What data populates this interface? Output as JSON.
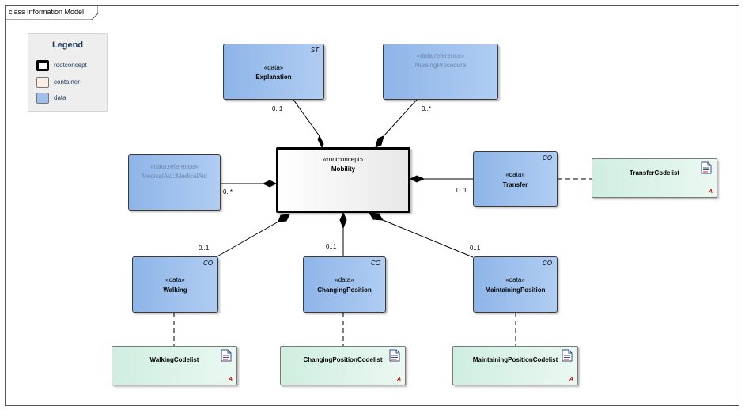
{
  "frame": {
    "title": "class Information Model"
  },
  "legend": {
    "title": "Legend",
    "items": [
      {
        "label": "rootconcept",
        "color": "#ffffff"
      },
      {
        "label": "container",
        "color": "#fbeee0"
      },
      {
        "label": "data",
        "color": "#9fc0ec"
      }
    ]
  },
  "classes": {
    "mobility": {
      "stereotype": "«rootconcept»",
      "name": "Mobility"
    },
    "explanation": {
      "stereotype": "«data»",
      "name": "Explanation",
      "tag": "ST"
    },
    "nursing": {
      "stereotype": "«data,reference»",
      "name": "NursingProcedure"
    },
    "medicalaid": {
      "stereotype": "«data,reference»",
      "name": "MedicalAid::MedicalAid"
    },
    "transfer": {
      "stereotype": "«data»",
      "name": "Transfer",
      "tag": "CO"
    },
    "walking": {
      "stereotype": "«data»",
      "name": "Walking",
      "tag": "CO"
    },
    "changing": {
      "stereotype": "«data»",
      "name": "ChangingPosition",
      "tag": "CO"
    },
    "maintaining": {
      "stereotype": "«data»",
      "name": "MaintainingPosition",
      "tag": "CO"
    }
  },
  "codelists": {
    "transfer": {
      "name": "TransferCodelist",
      "marker": "A"
    },
    "walking": {
      "name": "WalkingCodelist",
      "marker": "A"
    },
    "changing": {
      "name": "ChangingPositionCodelist",
      "marker": "A"
    },
    "maintaining": {
      "name": "MaintainingPositionCodelist",
      "marker": "A"
    }
  },
  "multiplicities": {
    "explanation": "0..1",
    "nursing": "0..*",
    "medicalaid": "0..*",
    "transfer": "0..1",
    "walking": "0..1",
    "changing": "0..1",
    "maintaining": "0..1"
  },
  "colors": {
    "data": "#9fc0ec",
    "codelist": "#d8f2e6",
    "reference_text": "#6f86aa",
    "legend_title": "#1f3a5a"
  }
}
